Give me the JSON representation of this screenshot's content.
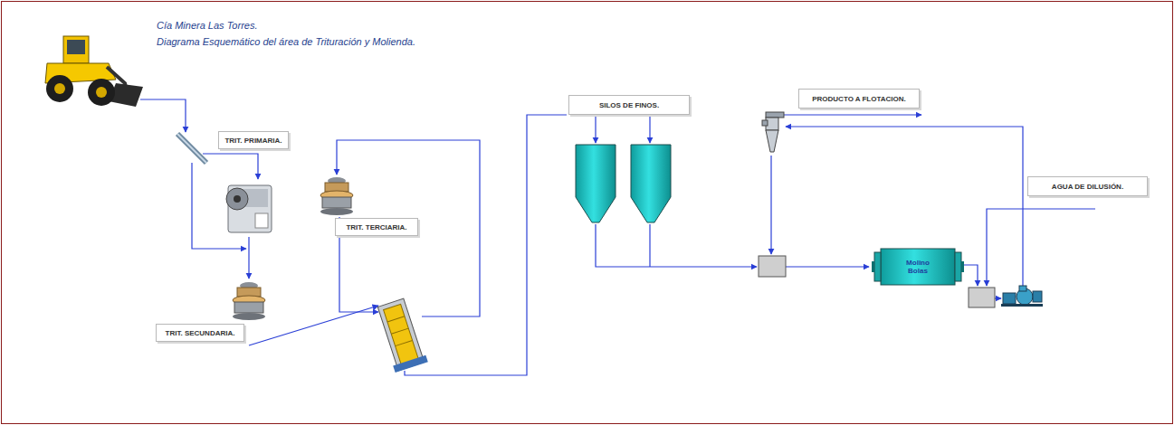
{
  "diagram": {
    "title": "Cía Minera Las Torres.",
    "nodes": [
      {
        "text": [
          "TRIT. PRIMARIA."
        ]
      },
      {
        "text": [
          "TRIT. TERCIARIA."
        ]
      },
      {
        "text": [
          "TRIT. SECUNDARIA."
        ]
      },
      {
        "text": [
          "SILOS DE FINOS."
        ]
      },
      {
        "text": [
          "PRODUCTO A FLOTACION."
        ]
      },
      {
        "text": [
          "AGUA DE DILUSIÓN."
        ]
      },
      {
        "text": [
          "Molino Bolas"
        ]
      }
    ],
    "labels": [
      "Diagrama Esquemático del área de Trituración y Molienda."
    ]
  }
}
